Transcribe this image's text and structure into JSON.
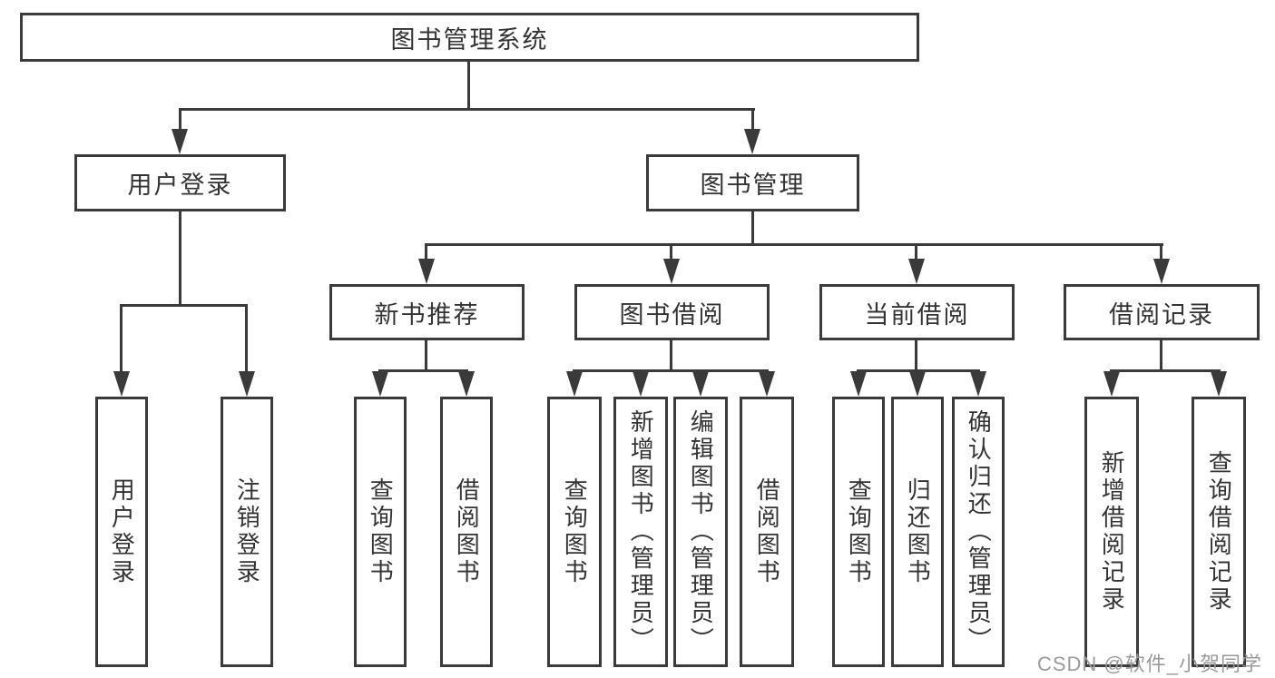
{
  "colors": {
    "line": "#3a3a3a",
    "text": "#333333",
    "background": "#ffffff",
    "watermark": "#9a9a9a"
  },
  "tree": {
    "root": {
      "label": "图书管理系统"
    },
    "branches": [
      {
        "label": "用户登录",
        "children": [
          {
            "label": "用户登录"
          },
          {
            "label": "注销登录"
          }
        ]
      },
      {
        "label": "图书管理",
        "children": [
          {
            "label": "新书推荐",
            "children": [
              {
                "label": "查询图书"
              },
              {
                "label": "借阅图书"
              }
            ]
          },
          {
            "label": "图书借阅",
            "children": [
              {
                "label": "查询图书"
              },
              {
                "label": "新增图书（管理员）"
              },
              {
                "label": "编辑图书（管理员）"
              },
              {
                "label": "借阅图书"
              }
            ]
          },
          {
            "label": "当前借阅",
            "children": [
              {
                "label": "查询图书"
              },
              {
                "label": "归还图书"
              },
              {
                "label": "确认归还（管理员）"
              }
            ]
          },
          {
            "label": "借阅记录",
            "children": [
              {
                "label": "新增借阅记录"
              },
              {
                "label": "查询借阅记录"
              }
            ]
          }
        ]
      }
    ]
  },
  "watermark": {
    "text": "CSDN @软件_小贺同学"
  }
}
